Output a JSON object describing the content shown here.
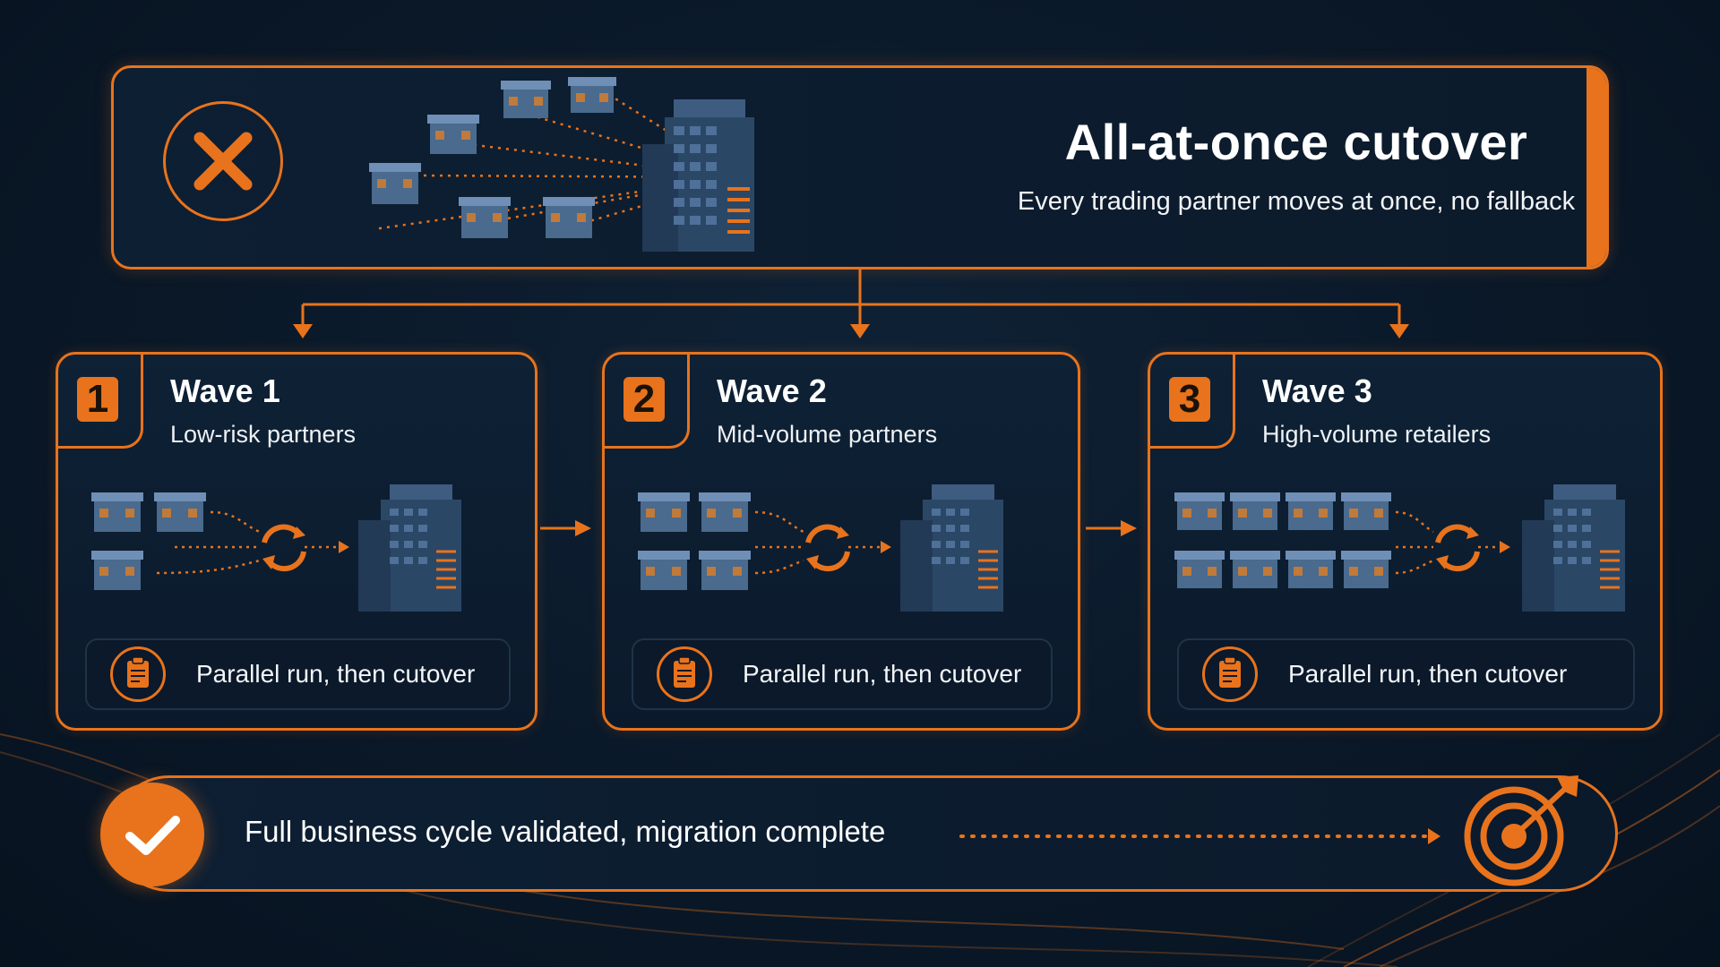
{
  "colors": {
    "accent": "#e8731c",
    "background": "#0a1828",
    "text": "#ffffff"
  },
  "top": {
    "title": "All-at-once cutover",
    "subtitle": "Every trading partner moves at once, no fallback",
    "icon": "close-icon"
  },
  "waves": [
    {
      "number": "1",
      "title": "Wave 1",
      "subtitle": "Low-risk partners",
      "note": "Parallel run, then cutover",
      "stores": 3
    },
    {
      "number": "2",
      "title": "Wave 2",
      "subtitle": "Mid-volume partners",
      "note": "Parallel run, then cutover",
      "stores": 4
    },
    {
      "number": "3",
      "title": "Wave 3",
      "subtitle": "High-volume retailers",
      "note": "Parallel run, then cutover",
      "stores": 8
    }
  ],
  "bottom": {
    "text": "Full business cycle validated, migration complete",
    "icons": [
      "check-icon",
      "target-icon"
    ]
  }
}
